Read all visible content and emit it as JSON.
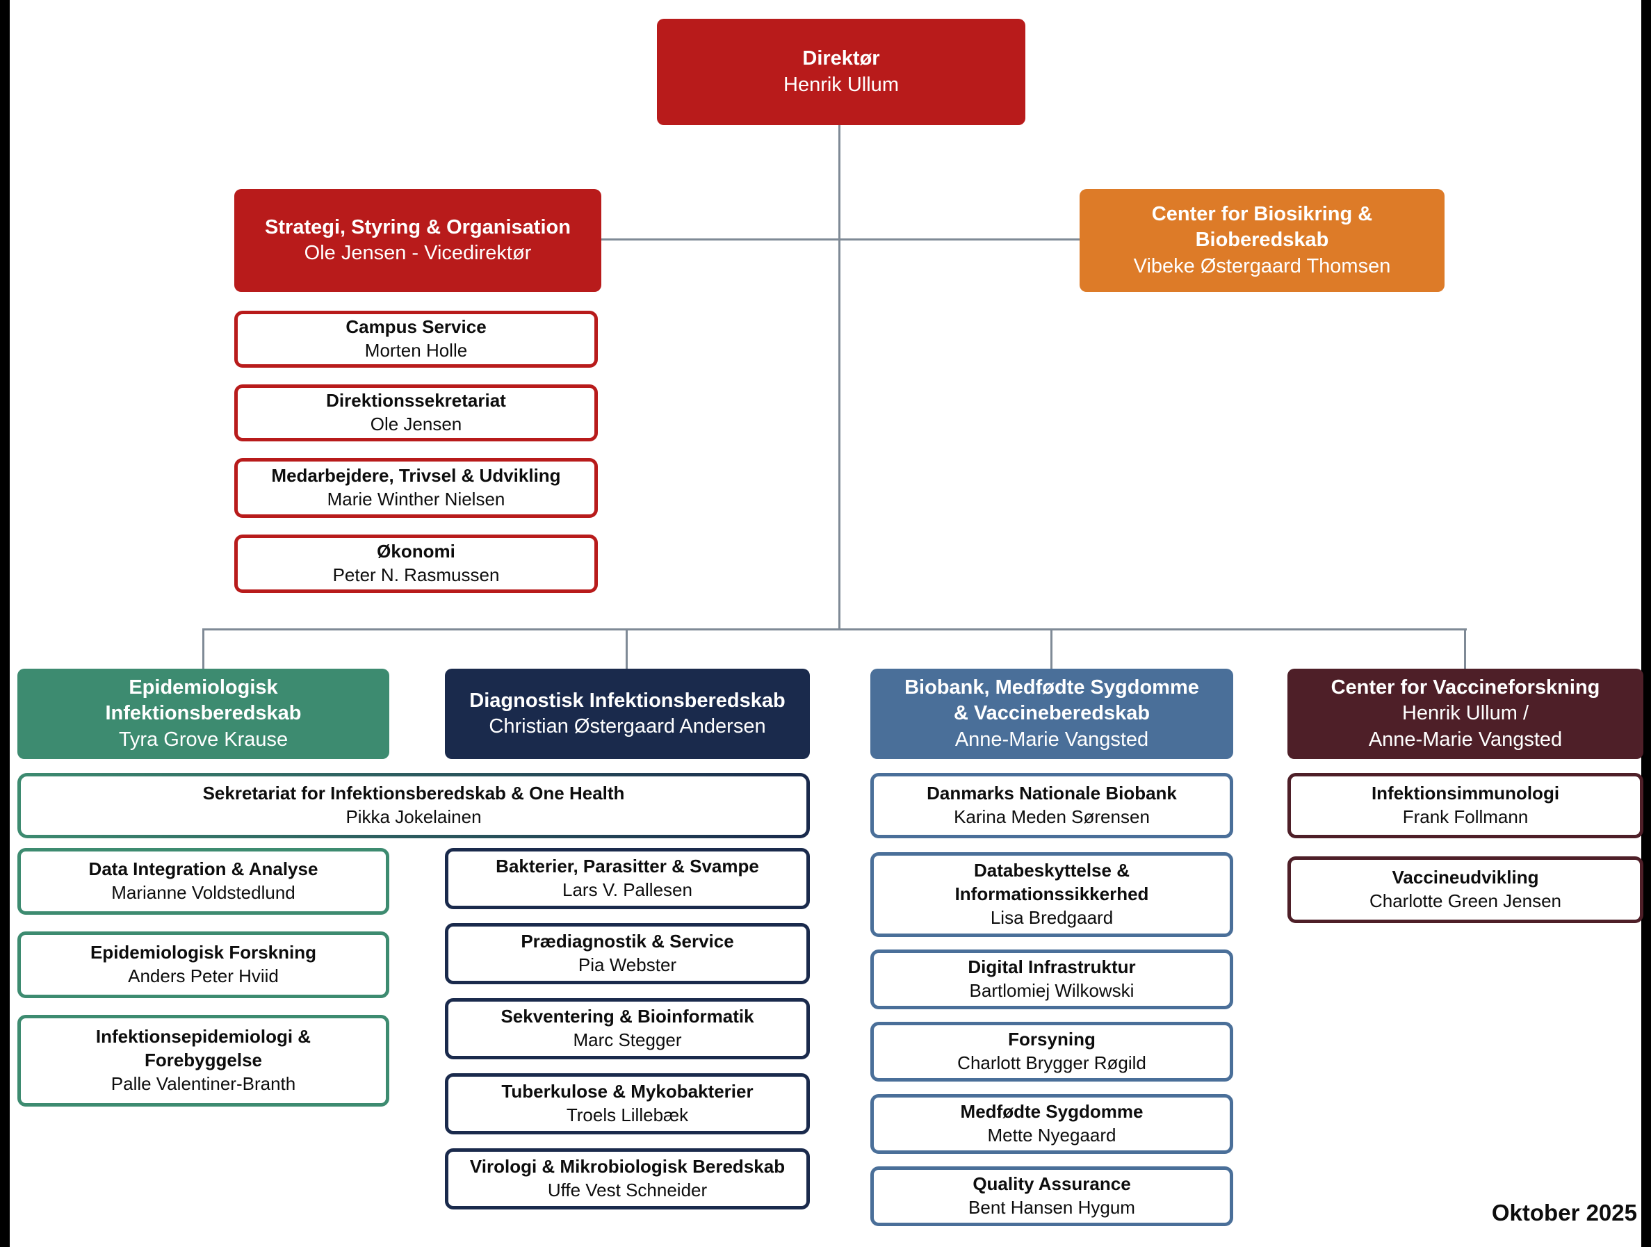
{
  "meta": {
    "date_label": "Oktober 2025"
  },
  "colors": {
    "red": "#b81b1b",
    "orange": "#dd7b28",
    "green": "#3d8b70",
    "navy": "#1a2a4c",
    "blue": "#4a6f99",
    "maroon": "#4e1f28",
    "line": "#7f8a96"
  },
  "direktor": {
    "title": "Direktør",
    "name": "Henrik Ullum"
  },
  "staff_branch": {
    "header": {
      "title": "Strategi, Styring & Organisation",
      "name": "Ole Jensen - Vicedirektør"
    },
    "units": [
      {
        "title": "Campus Service",
        "name": "Morten Holle"
      },
      {
        "title": "Direktionssekretariat",
        "name": "Ole Jensen"
      },
      {
        "title": "Medarbejdere, Trivsel & Udvikling",
        "name": "Marie Winther Nielsen"
      },
      {
        "title": "Økonomi",
        "name": "Peter N. Rasmussen"
      }
    ]
  },
  "biosikring": {
    "title": "Center for Biosikring &\nBioberedskab",
    "name": "Vibeke Østergaard Thomsen"
  },
  "shared_unit": {
    "title": "Sekretariat for Infektionsberedskab & One Health",
    "name": "Pikka Jokelainen"
  },
  "columns": [
    {
      "header": {
        "title": "Epidemiologisk\nInfektionsberedskab",
        "name": "Tyra Grove Krause"
      },
      "units": [
        {
          "title": "Data Integration & Analyse",
          "name": "Marianne Voldstedlund"
        },
        {
          "title": "Epidemiologisk Forskning",
          "name": "Anders Peter Hviid"
        },
        {
          "title": "Infektionsepidemiologi &\nForebyggelse",
          "name": "Palle Valentiner-Branth"
        }
      ]
    },
    {
      "header": {
        "title": "Diagnostisk Infektionsberedskab",
        "name": "Christian Østergaard Andersen"
      },
      "units": [
        {
          "title": "Bakterier, Parasitter & Svampe",
          "name": "Lars V. Pallesen"
        },
        {
          "title": "Prædiagnostik & Service",
          "name": "Pia Webster"
        },
        {
          "title": "Sekventering & Bioinformatik",
          "name": "Marc Stegger"
        },
        {
          "title": "Tuberkulose & Mykobakterier",
          "name": "Troels Lillebæk"
        },
        {
          "title": "Virologi & Mikrobiologisk Beredskab",
          "name": "Uffe Vest Schneider"
        }
      ]
    },
    {
      "header": {
        "title": "Biobank, Medfødte Sygdomme\n& Vaccineberedskab",
        "name": "Anne-Marie Vangsted"
      },
      "units": [
        {
          "title": "Danmarks Nationale Biobank",
          "name": "Karina Meden Sørensen"
        },
        {
          "title": "Databeskyttelse &\nInformationssikkerhed",
          "name": "Lisa Bredgaard"
        },
        {
          "title": "Digital Infrastruktur",
          "name": "Bartlomiej Wilkowski"
        },
        {
          "title": "Forsyning",
          "name": "Charlott Brygger Røgild"
        },
        {
          "title": "Medfødte Sygdomme",
          "name": "Mette Nyegaard"
        },
        {
          "title": "Quality Assurance",
          "name": "Bent Hansen Hygum"
        }
      ]
    },
    {
      "header": {
        "title": "Center for Vaccineforskning",
        "name": "Henrik Ullum /\nAnne-Marie Vangsted"
      },
      "units": [
        {
          "title": "Infektionsimmunologi",
          "name": "Frank Follmann"
        },
        {
          "title": "Vaccineudvikling",
          "name": "Charlotte Green Jensen"
        }
      ]
    }
  ]
}
